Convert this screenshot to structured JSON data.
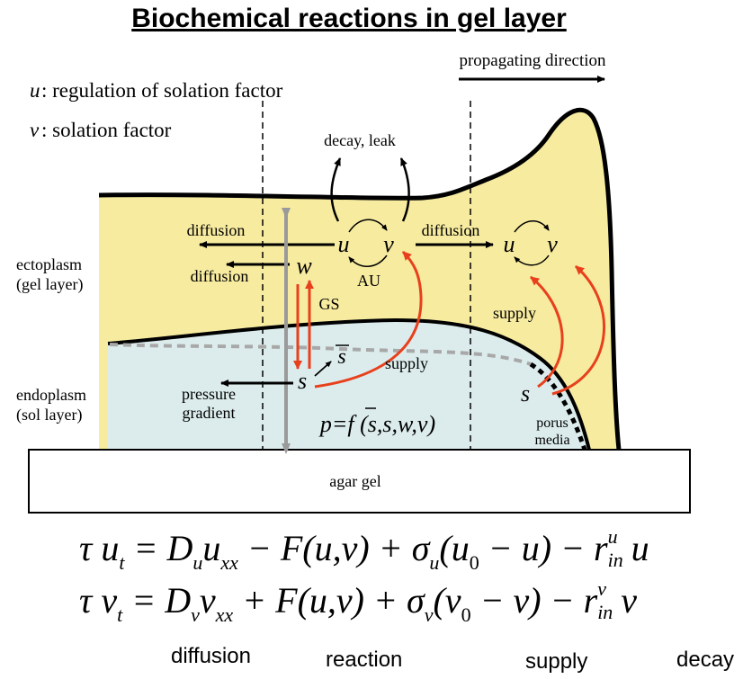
{
  "title": "Biochemical reactions in gel layer",
  "legend": {
    "u_symbol": "u",
    "u_desc": ": regulation of solation factor",
    "v_symbol": "v",
    "v_desc": ": solation factor"
  },
  "propagating_direction": "propagating direction",
  "layers": {
    "ectoplasm_line1": "ectoplasm",
    "ectoplasm_line2": "(gel layer)",
    "endoplasm_line1": "endoplasm",
    "endoplasm_line2": "(sol layer)",
    "agar": "agar gel",
    "porus_line1": "porus",
    "porus_line2": "media"
  },
  "labels": {
    "decay_leak": "decay, leak",
    "diffusion_left": "diffusion",
    "diffusion_w": "diffusion",
    "diffusion_right": "diffusion",
    "au": "AU",
    "gs": "GS",
    "supply_center": "supply",
    "supply_right": "supply",
    "pressure_line1": "pressure",
    "pressure_line2": "gradient",
    "u": "u",
    "v": "v",
    "u2": "u",
    "v2": "v",
    "w": "w",
    "s": "s",
    "s_bar": "s",
    "s_right": "s",
    "pressure_eq": "p=f (s,s,w,v)"
  },
  "equations": {
    "eq1": "τ u_t = D_u u_xx − F(u,v) + σ_u (u_0 − u) − r_in^u u",
    "eq2": "τ v_t = D_v v_xx + F(u,v) + σ_v (v_0 − v) − r_in^v v"
  },
  "term_labels": {
    "diffusion": "diffusion",
    "reaction": "reaction",
    "supply": "supply",
    "decay": "decay"
  },
  "colors": {
    "gel": "#f7eb9f",
    "sol": "#dcecec",
    "red_arrow": "#e8401c",
    "gray_arrow": "#9a9a9a"
  }
}
